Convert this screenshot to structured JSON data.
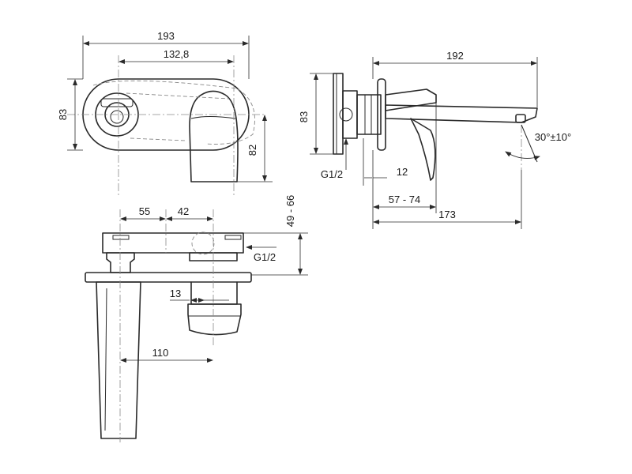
{
  "dimensions": {
    "front_total_width": "193",
    "front_inner_width": "132,8",
    "front_height_left": "83",
    "front_height_right": "82",
    "side_total_depth": "192",
    "side_height": "83",
    "side_inlet": "G1/2",
    "side_collar": "12",
    "side_adjust_range": "57 - 74",
    "side_spout_reach": "173",
    "side_angle": "30°±10°",
    "top_left_span": "55",
    "top_right_span": "42",
    "top_inlet": "G1/2",
    "top_vertical_range": "49 - 66",
    "top_collar": "13",
    "top_spout_offset": "110"
  }
}
